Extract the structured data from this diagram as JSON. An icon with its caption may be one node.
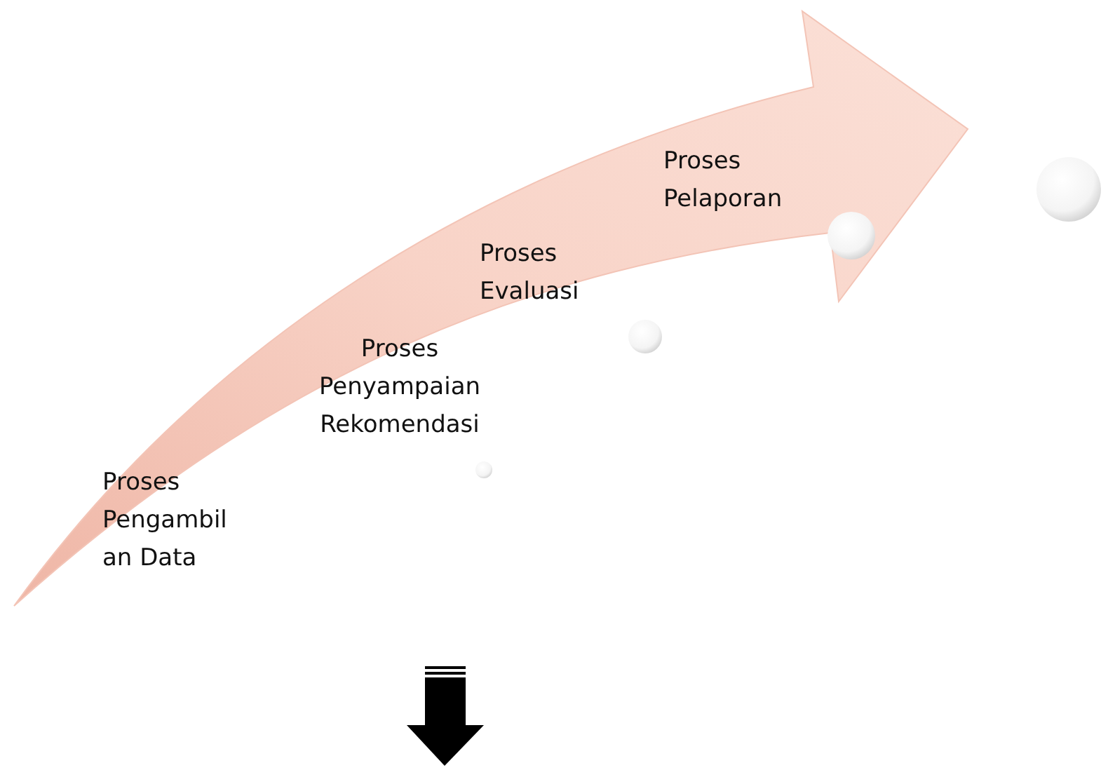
{
  "diagram": {
    "labels": [
      "Proses Pengambilan Data",
      "Proses Penyampaian Rekomendasi",
      "Proses Evaluasi",
      "Proses Pelaporan"
    ]
  }
}
